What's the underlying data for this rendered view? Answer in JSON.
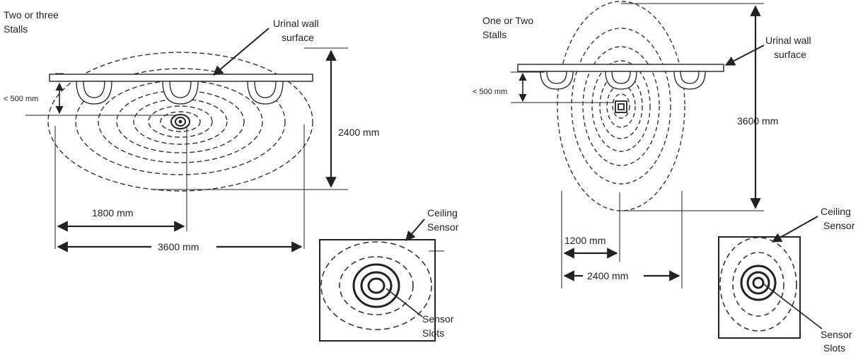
{
  "left_panel": {
    "title_line1": "Two or three",
    "title_line2": "Stalls",
    "wall_label_line1": "Urinal wall",
    "wall_label_line2": "surface",
    "offset_label": "< 500  mm",
    "depth_label": "2400 mm",
    "half_width_label": "1800 mm",
    "width_label": "3600 mm",
    "ceiling_label_line1": "Ceiling",
    "ceiling_label_line2": "Sensor",
    "slots_label_line1": "Sensor",
    "slots_label_line2": "Slots"
  },
  "right_panel": {
    "title_line1": "One or Two",
    "title_line2": "Stalls",
    "wall_label_line1": "Urinal wall",
    "wall_label_line2": "surface",
    "offset_label": "< 500  mm",
    "depth_label": "3600 mm",
    "half_width_label": "1200 mm",
    "width_label": "2400 mm",
    "ceiling_label_line1": "Ceiling",
    "ceiling_label_line2": "Sensor",
    "slots_label_line1": "Sensor",
    "slots_label_line2": "Slots"
  },
  "colors": {
    "ink": "#222222",
    "dash": "#333333",
    "background": "#ffffff"
  }
}
